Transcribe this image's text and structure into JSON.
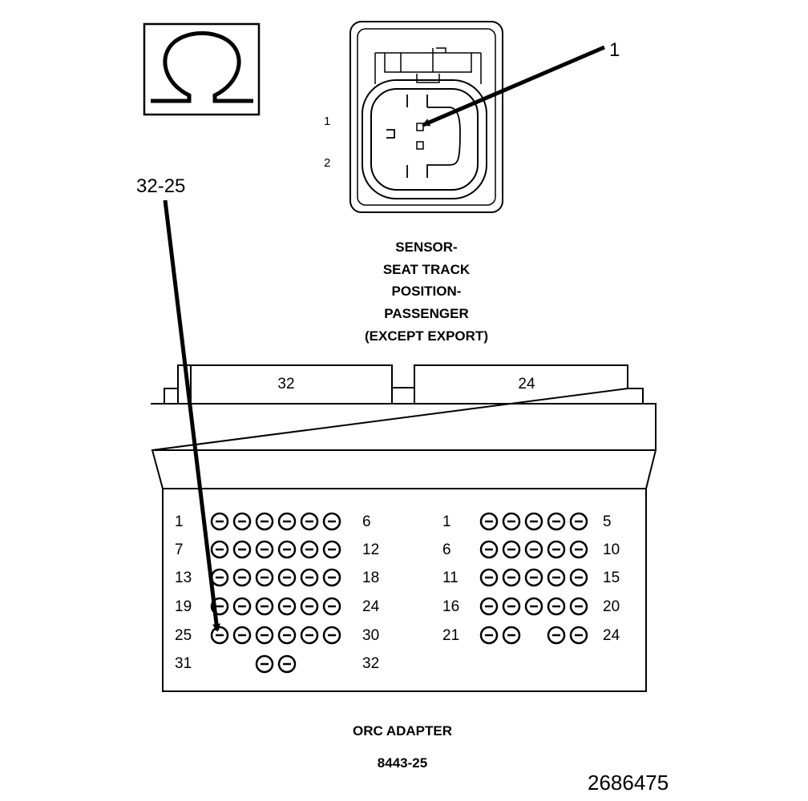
{
  "ohm_symbol": "Ω",
  "callouts": {
    "item_1": "1",
    "item_32_25": "32-25"
  },
  "sensor": {
    "pin_labels": [
      "1",
      "2"
    ],
    "caption_lines": [
      "SENSOR-",
      "SEAT TRACK",
      "POSITION-",
      "PASSENGER",
      "(EXCEPT EXPORT)"
    ]
  },
  "adapter": {
    "tab_left": "32",
    "tab_right": "24",
    "left_grid": {
      "row_start_labels": [
        "1",
        "7",
        "13",
        "19",
        "25",
        "31"
      ],
      "row_end_labels": [
        "6",
        "12",
        "18",
        "24",
        "30",
        "32"
      ]
    },
    "right_grid": {
      "row_start_labels": [
        "1",
        "6",
        "11",
        "16",
        "21"
      ],
      "row_end_labels": [
        "5",
        "10",
        "15",
        "20",
        "24"
      ]
    },
    "caption": "ORC ADAPTER",
    "part_number": "8443-25"
  },
  "figure_id": "2686475"
}
